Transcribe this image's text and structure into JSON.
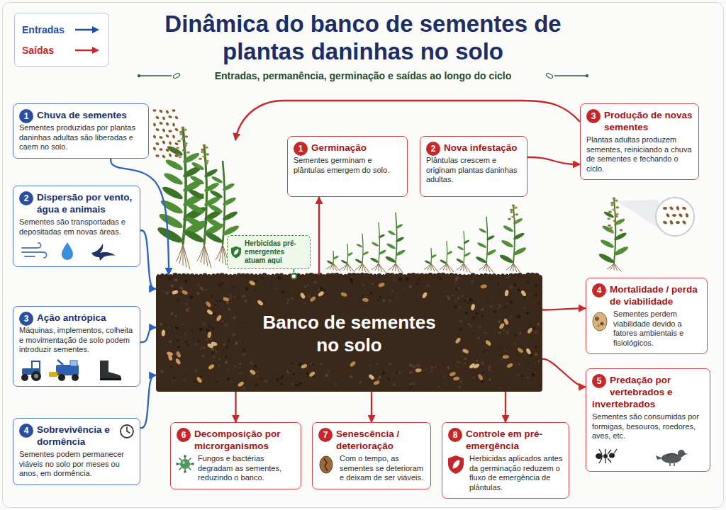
{
  "diagram": {
    "title": "Dinâmica do banco de sementes de plantas daninhas no solo",
    "nodes": [
      {
        "text": [
          "1",
          "Chuva de sementes",
          "Sementes produzidas por plantas daninhas adultas são liberadas e caem no solo."
        ]
      },
      {
        "text": [
          "2",
          "Dispersão por vento, água e animais",
          "Sementes são transportadas e depositadas em novas áreas."
        ]
      },
      {
        "text": [
          "3",
          "Ação antrópica",
          "Máquinas, implementos, colheita e movimentação de solo podem introduzir sementes."
        ]
      },
      {
        "text": [
          "4",
          "Sobrevivência e dormência",
          "Sementes podem permanecer viáveis no solo por meses ou anos, em dormência."
        ]
      },
      {
        "text": [
          "1",
          "Germinação",
          "Sementes germinam e plântulas emergem do solo."
        ]
      },
      {
        "text": [
          "2",
          "Nova infestação",
          "Plântulas crescem e originam plantas daninhas adultas."
        ]
      },
      {
        "text": [
          "3",
          "Produção de novas sementes",
          "Plantas adultas produzem sementes, reiniciando a chuva de sementes e fechando o ciclo."
        ]
      },
      {
        "text": [
          "Banco de sementes no solo"
        ]
      },
      {
        "text": [
          "Herbicidas pré-emergentes atuam aqui"
        ]
      },
      {
        "text": [
          "4",
          "Mortalidade / perda de viabilidade",
          "Sementes perdem viabilidade devido a fatores ambientais e fisiológicos."
        ]
      },
      {
        "text": [
          "5",
          "Predação por vertebrados e invertebrados",
          "Sementes são consumidas por formigas, besouros, roedores, aves, etc."
        ]
      },
      {
        "text": [
          "6",
          "Decomposição por microrganismos",
          "Fungos e bactérias degradam as sementes, reduzindo o banco."
        ]
      },
      {
        "text": [
          "7",
          "Senescência / deterioração",
          "Com o tempo, as sementes se deterioram e deixam de ser viáveis."
        ]
      },
      {
        "text": [
          "8",
          "Controle em pré-emergência",
          "Herbicidas aplicados antes da germinação reduzem o fluxo de emergência de plântulas."
        ]
      }
    ],
    "edges": [
      {
        "from": 0,
        "to": 7,
        "arrow": "to"
      },
      {
        "from": 1,
        "to": 7,
        "arrow": "to"
      },
      {
        "from": 2,
        "to": 7,
        "arrow": "to"
      },
      {
        "from": 3,
        "to": 7,
        "arrow": "to"
      },
      {
        "from": 7,
        "to": 4,
        "arrow": "to"
      },
      {
        "from": 5,
        "to": 6,
        "arrow": "to"
      },
      {
        "from": 8,
        "to": 7,
        "arrow": "none"
      },
      {
        "from": 7,
        "to": 9,
        "arrow": "to"
      },
      {
        "from": 7,
        "to": 10,
        "arrow": "to"
      },
      {
        "from": 7,
        "to": 11,
        "arrow": "to"
      },
      {
        "from": 7,
        "to": 12,
        "arrow": "to"
      },
      {
        "from": 7,
        "to": 13,
        "arrow": "to"
      }
    ],
    "labels": [
      "Entradas, permanência, germinação e saídas ao longo do ciclo"
    ],
    "legend": [
      {
        "text": "Entradas"
      },
      {
        "text": "Saídas"
      }
    ]
  }
}
